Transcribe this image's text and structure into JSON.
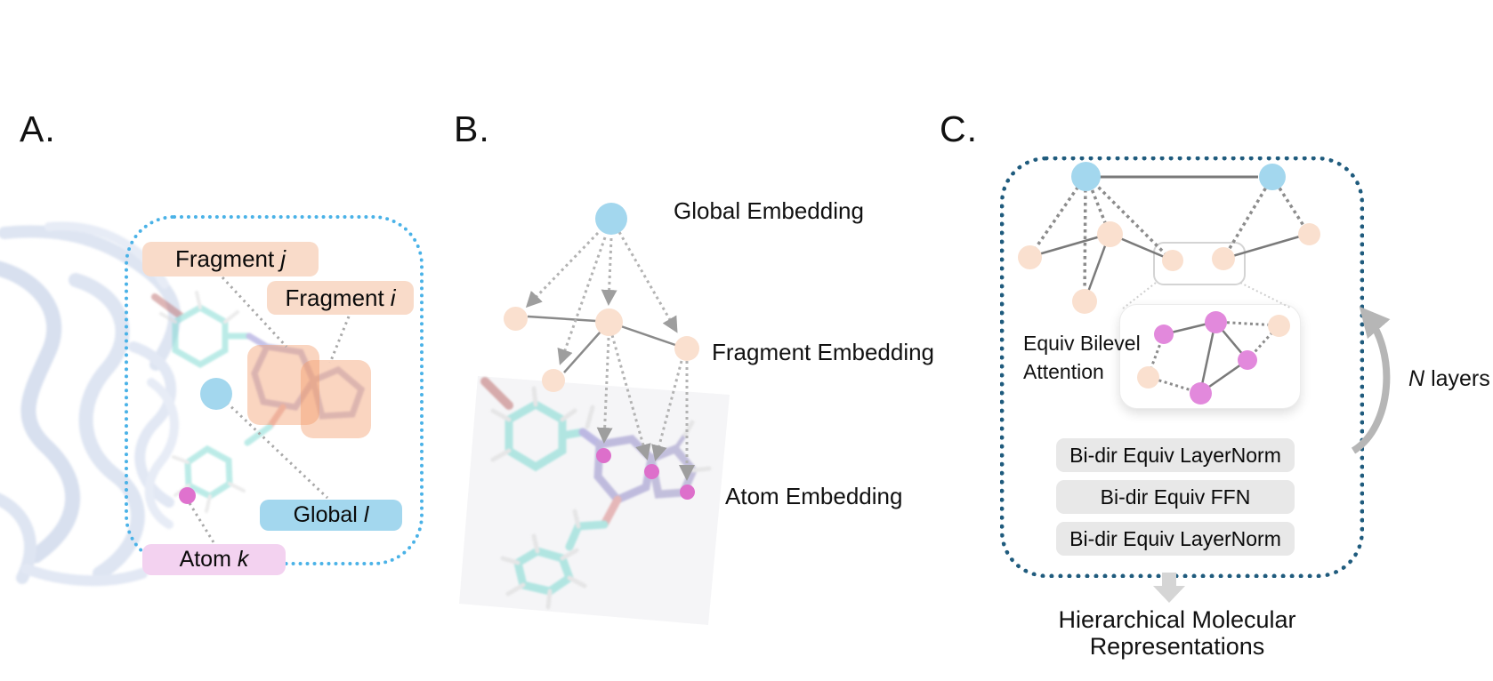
{
  "a": {
    "label": "A.",
    "fragment_j": {
      "text": "Fragment",
      "var": "j"
    },
    "fragment_i": {
      "text": "Fragment",
      "var": "i"
    },
    "global_l": {
      "text": "Global",
      "var": "l"
    },
    "atom_k": {
      "text": "Atom",
      "var": "k"
    }
  },
  "b": {
    "label": "B.",
    "global_embedding": "Global Embedding",
    "fragment_embedding": "Fragment Embedding",
    "atom_embedding": "Atom Embedding"
  },
  "c": {
    "label": "C.",
    "attention_label": {
      "line1": "Equiv Bilevel",
      "line2": "Attention"
    },
    "n_layers": {
      "var": "N",
      "text": "layers"
    },
    "bars": [
      "Bi-dir Equiv LayerNorm",
      "Bi-dir Equiv FFN",
      "Bi-dir Equiv LayerNorm"
    ],
    "output": {
      "line1": "Hierarchical Molecular",
      "line2": "Representations"
    }
  },
  "colors": {
    "global_blue": "#a3d7ee",
    "fragment_peach": "#fae0cf",
    "fragment_highlight_orange": "#f29a6a",
    "atom_magenta": "#df72ce",
    "attention_magenta": "#e289dc",
    "panel_a_border_blue": "#4ab2e7",
    "panel_c_border_teal": "#1f5b7d",
    "bar_grey": "#e8e8e8",
    "chip_fragment_bg": "#f9dbc9",
    "chip_global_bg": "#a3d7ee",
    "chip_atom_bg": "#f3d2f0",
    "connector_grey": "#a9a9a9"
  }
}
